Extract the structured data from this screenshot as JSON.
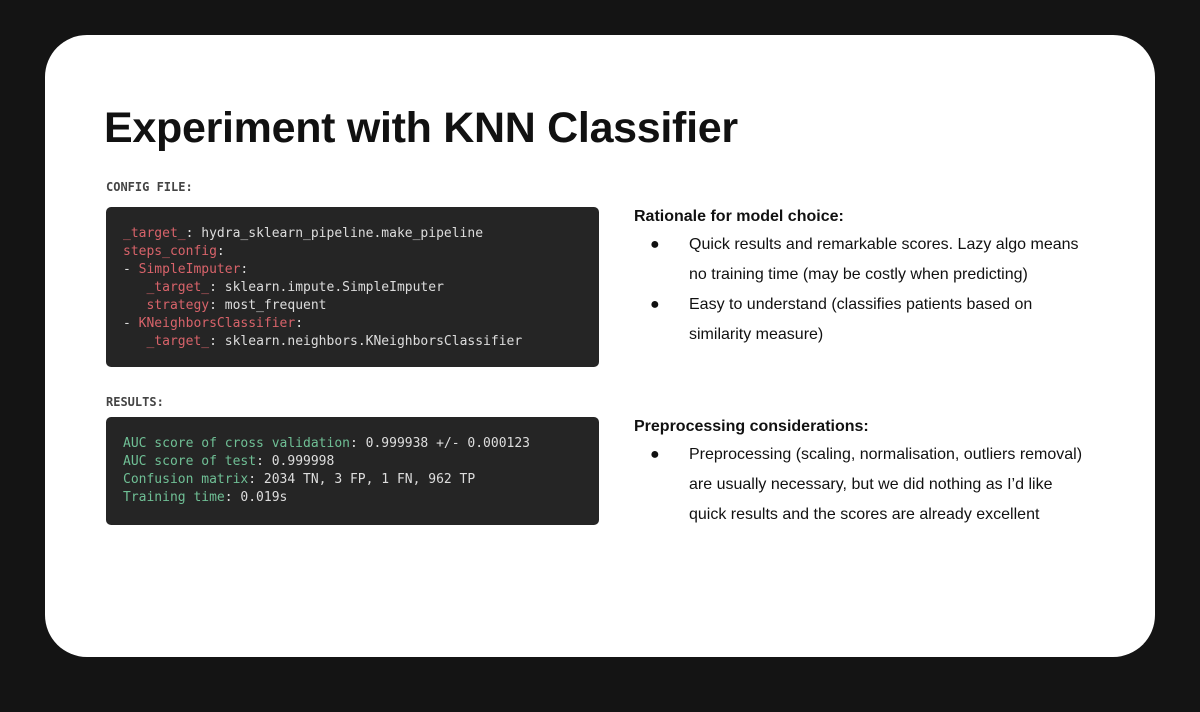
{
  "title": "Experiment with KNN Classifier",
  "config": {
    "label": "CONFIG FILE:",
    "lines": [
      {
        "indent": "",
        "prefix": "",
        "key": "_target_",
        "value": " hydra_sklearn_pipeline.make_pipeline"
      },
      {
        "indent": "",
        "prefix": "",
        "key": "steps_config",
        "value": ""
      },
      {
        "indent": "",
        "prefix": "- ",
        "key": "SimpleImputer",
        "value": ""
      },
      {
        "indent": "   ",
        "prefix": "",
        "key": "_target_",
        "value": " sklearn.impute.SimpleImputer"
      },
      {
        "indent": "   ",
        "prefix": "",
        "key": "strategy",
        "value": " most_frequent"
      },
      {
        "indent": "",
        "prefix": "- ",
        "key": "KNeighborsClassifier",
        "value": ""
      },
      {
        "indent": "   ",
        "prefix": "",
        "key": "_target_",
        "value": " sklearn.neighbors.KNeighborsClassifier"
      }
    ]
  },
  "results": {
    "label": "RESULTS:",
    "lines": [
      {
        "key": "AUC score of cross validation",
        "value": " 0.999938 +/- 0.000123"
      },
      {
        "key": "AUC score of test",
        "value": " 0.999998"
      },
      {
        "key": "Confusion matrix",
        "value": " 2034 TN, 3 FP, 1 FN, 962 TP"
      },
      {
        "key": "Training time",
        "value": " 0.019s"
      }
    ]
  },
  "rationale": {
    "heading": "Rationale for model choice:",
    "bullets": [
      "Quick results and remarkable scores. Lazy algo means no training time (may be costly when predicting)",
      "Easy to understand (classifies patients based on similarity measure)"
    ]
  },
  "preprocessing": {
    "heading": "Preprocessing considerations:",
    "bullets": [
      "Preprocessing (scaling, normalisation, outliers removal) are usually necessary, but we did nothing as I’d like quick results and the scores are already excellent"
    ]
  },
  "bullet_glyph": "●"
}
